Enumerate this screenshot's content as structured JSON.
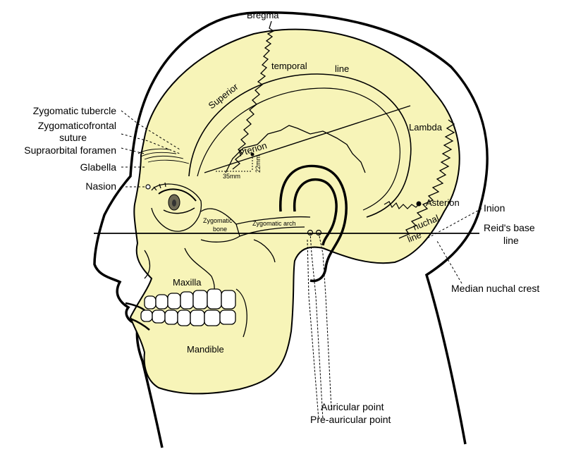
{
  "labels": {
    "zygomatic_tubercle": "Zygomatic tubercle",
    "zygomaticofrontal_1": "Zygomaticofrontal",
    "zygomaticofrontal_2": "suture",
    "supraorbital_foramen": "Supraorbital foramen",
    "glabella": "Glabella",
    "nasion": "Nasion",
    "bregma": "Bregma",
    "superior": "Superior",
    "temporal": "temporal",
    "line_top": "line",
    "lambda": "Lambda",
    "pterion": "Pterion",
    "mm35": "35mm",
    "mm22": "22mm",
    "asterion": "Asterion",
    "inion": "Inion",
    "nuchal": "nuchal",
    "line_nuchal": "line",
    "reids_1": "Reid's base",
    "reids_2": "line",
    "median_nuchal_crest": "Median nuchal crest",
    "zygomatic_bone_1": "Zygomatic",
    "zygomatic_bone_2": "bone",
    "zygomatic_arch": "Zygomatic arch",
    "maxilla": "Maxilla",
    "mandible": "Mandible",
    "auricular_point": "Auricular point",
    "pre_auricular_point": "Pre-auricular point"
  },
  "colors": {
    "skull_fill": "#f7f4b8",
    "outline": "#000000",
    "iris": "#6e6a55"
  }
}
